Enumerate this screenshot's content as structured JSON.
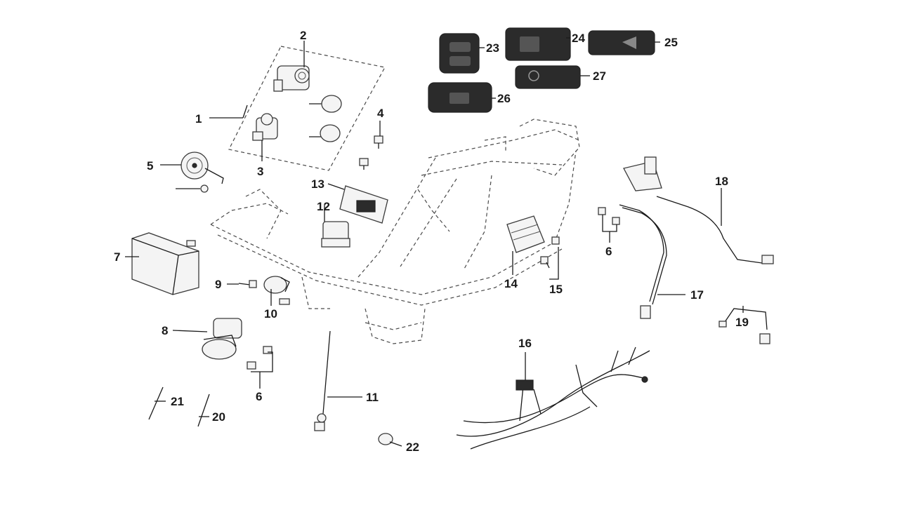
{
  "callouts": [
    {
      "id": "c1",
      "label": "1"
    },
    {
      "id": "c2",
      "label": "2"
    },
    {
      "id": "c3",
      "label": "3"
    },
    {
      "id": "c4",
      "label": "4"
    },
    {
      "id": "c5",
      "label": "5"
    },
    {
      "id": "c6a",
      "label": "6"
    },
    {
      "id": "c6b",
      "label": "6"
    },
    {
      "id": "c7",
      "label": "7"
    },
    {
      "id": "c8",
      "label": "8"
    },
    {
      "id": "c9",
      "label": "9"
    },
    {
      "id": "c10",
      "label": "10"
    },
    {
      "id": "c11",
      "label": "11"
    },
    {
      "id": "c12",
      "label": "12"
    },
    {
      "id": "c13",
      "label": "13"
    },
    {
      "id": "c14",
      "label": "14"
    },
    {
      "id": "c15",
      "label": "15"
    },
    {
      "id": "c16",
      "label": "16"
    },
    {
      "id": "c17",
      "label": "17"
    },
    {
      "id": "c18",
      "label": "18"
    },
    {
      "id": "c19",
      "label": "19"
    },
    {
      "id": "c20",
      "label": "20"
    },
    {
      "id": "c21",
      "label": "21"
    },
    {
      "id": "c22",
      "label": "22"
    },
    {
      "id": "c23",
      "label": "23"
    },
    {
      "id": "c24",
      "label": "24"
    },
    {
      "id": "c25",
      "label": "25"
    },
    {
      "id": "c26",
      "label": "26"
    },
    {
      "id": "c27",
      "label": "27"
    }
  ],
  "colors": {
    "line": "#1a1a1a",
    "switch_body": "#2b2b2b",
    "background": "#ffffff"
  }
}
